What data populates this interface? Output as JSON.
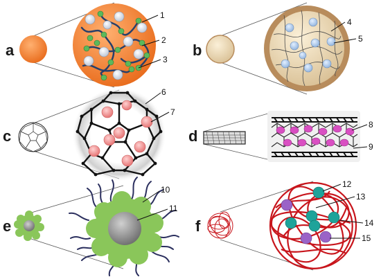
{
  "panels": [
    {
      "letter": "a",
      "callouts": [
        "1",
        "2",
        "3"
      ]
    },
    {
      "letter": "b",
      "callouts": [
        "4",
        "5"
      ]
    },
    {
      "letter": "c",
      "callouts": [
        "6",
        "7"
      ]
    },
    {
      "letter": "d",
      "callouts": [
        "8",
        "9"
      ]
    },
    {
      "letter": "e",
      "callouts": [
        "10",
        "11"
      ]
    },
    {
      "letter": "f",
      "callouts": [
        "12",
        "13",
        "14",
        "15"
      ]
    }
  ],
  "colors": {
    "orange": "#f07d2e",
    "blue_polymer": "#27406b",
    "green_bead": "#5cb85c",
    "white_bead": "#e8edf5",
    "beige": "#e8d6b0",
    "beige_rim": "#b88c5c",
    "light_blue": "#a9c6e8",
    "pink": "#ef8b8b",
    "magenta": "#d94fc2",
    "green_shell": "#8ac65a",
    "grey_core": "#888888",
    "navy_chain": "#2b2f5e",
    "red_tangle": "#c8151c",
    "teal": "#1ea39a",
    "purple": "#9a63c7"
  }
}
